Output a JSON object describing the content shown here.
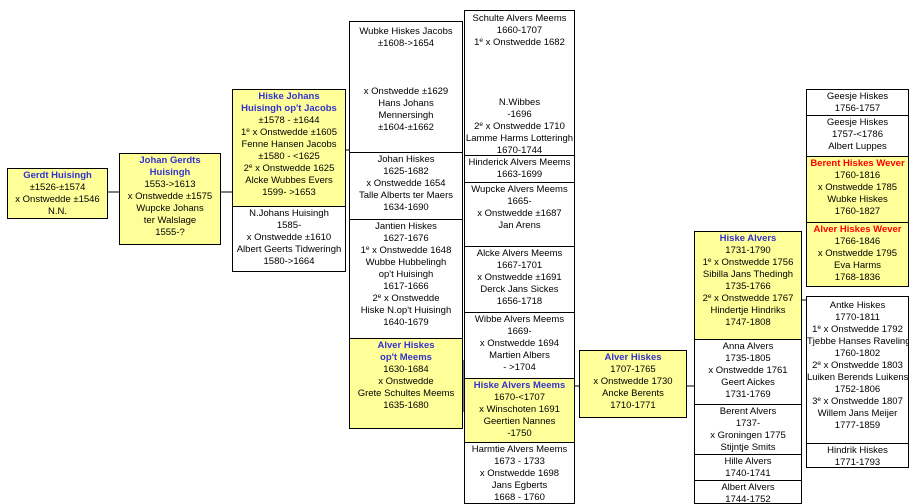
{
  "persons": [
    {
      "id": "p_gerdt",
      "lines": [
        {
          "t": "Gerdt Huisingh",
          "c": "blue"
        },
        {
          "t": "±1526-±1574"
        },
        {
          "t": "x Onstwedde ±1546"
        },
        {
          "t": "N.N."
        }
      ]
    },
    {
      "id": "p_johan",
      "lines": [
        {
          "t": "Johan Gerdts",
          "c": "blue"
        },
        {
          "t": "Huisingh",
          "c": "blue"
        },
        {
          "t": "1553->1613"
        },
        {
          "t": "x Onstwedde ±1575"
        },
        {
          "t": "Wupcke Johans"
        },
        {
          "t": "ter Walslage"
        },
        {
          "t": "1555-?"
        }
      ]
    },
    {
      "id": "p_hiske_johans",
      "lines": [
        {
          "t": "Hiske Johans",
          "c": "blue"
        },
        {
          "t": "Huisingh op't Jacobs",
          "c": "blue"
        },
        {
          "t": "±1578 - ±1644"
        },
        {
          "t": "x Onstwedde ±1605",
          "sup": "e",
          "pre": "1"
        },
        {
          "t": "Fenne Hansen Jacobs"
        },
        {
          "t": "±1580 - <1625"
        },
        {
          "t": "x Onstwedde 1625",
          "sup": "e",
          "pre": "2"
        },
        {
          "t": "Alcke Wubbes Evers"
        },
        {
          "t": "1599- >1653"
        }
      ]
    },
    {
      "id": "p_njohans",
      "lines": [
        {
          "t": "N.Johans Huisingh"
        },
        {
          "t": "1585-"
        },
        {
          "t": "x Onstwedde ±1610"
        },
        {
          "t": "Albert Geerts Tidweringh"
        },
        {
          "t": "1580->1664"
        }
      ]
    },
    {
      "id": "p_wubke",
      "lines": [
        {
          "t": "Wubke Hiskes Jacobs"
        },
        {
          "t": "±1608->1654"
        },
        {
          "t": ""
        },
        {
          "t": ""
        },
        {
          "t": ""
        },
        {
          "t": "x Onstwedde ±1629"
        },
        {
          "t": "Hans Johans"
        },
        {
          "t": "Mennersingh"
        },
        {
          "t": "±1604-±1662"
        }
      ]
    },
    {
      "id": "p_johan_hiskes",
      "lines": [
        {
          "t": "Johan Hiskes"
        },
        {
          "t": "1625-1682"
        },
        {
          "t": "x Onstwedde 1654"
        },
        {
          "t": "Talle Alberts ter Maers"
        },
        {
          "t": "1634-1690"
        }
      ]
    },
    {
      "id": "p_jantien",
      "lines": [
        {
          "t": "Jantien Hiskes"
        },
        {
          "t": "1627-1676"
        },
        {
          "t": "x Onstwedde 1648",
          "sup": "e",
          "pre": "1"
        },
        {
          "t": "Wubbe Hubbelingh"
        },
        {
          "t": "op't Huisingh"
        },
        {
          "t": "1617-1666"
        },
        {
          "t": "x Onstwedde",
          "sup": "e",
          "pre": "2"
        },
        {
          "t": "Hiske N.op't Huisingh"
        },
        {
          "t": "1640-1679"
        }
      ]
    },
    {
      "id": "p_alver_hiskes_1630",
      "lines": [
        {
          "t": "Alver Hiskes",
          "c": "blue"
        },
        {
          "t": "op't Meems",
          "c": "blue"
        },
        {
          "t": "1630-1684"
        },
        {
          "t": "x Onstwedde"
        },
        {
          "t": "Grete Schultes Meems"
        },
        {
          "t": "1635-1680"
        }
      ]
    },
    {
      "id": "p_schulte",
      "lines": [
        {
          "t": "Schulte Alvers Meems"
        },
        {
          "t": "1660-1707"
        },
        {
          "t": "x Onstwedde 1682",
          "sup": "e",
          "pre": "1"
        },
        {
          "t": ""
        },
        {
          "t": ""
        },
        {
          "t": ""
        },
        {
          "t": ""
        },
        {
          "t": "N.Wibbes"
        },
        {
          "t": "-1696"
        },
        {
          "t": "x Onstwedde 1710",
          "sup": "e",
          "pre": "2"
        },
        {
          "t": "Lamme Harms Lotteringh"
        },
        {
          "t": "1670-1744"
        }
      ]
    },
    {
      "id": "p_hinderick",
      "lines": [
        {
          "t": "Hinderick Alvers Meems"
        },
        {
          "t": "1663-1699"
        }
      ]
    },
    {
      "id": "p_wupcke_alvers",
      "lines": [
        {
          "t": "Wupcke Alvers Meems"
        },
        {
          "t": "1665-"
        },
        {
          "t": "x Onstwedde ±1687"
        },
        {
          "t": "Jan Arens"
        }
      ]
    },
    {
      "id": "p_alcke_alvers",
      "lines": [
        {
          "t": "Alcke Alvers Meems"
        },
        {
          "t": "1667-1701"
        },
        {
          "t": "x Onstwedde ±1691"
        },
        {
          "t": "Derck Jans Sickes"
        },
        {
          "t": "1656-1718"
        }
      ]
    },
    {
      "id": "p_wibbe",
      "lines": [
        {
          "t": "Wibbe Alvers Meems"
        },
        {
          "t": "1669-"
        },
        {
          "t": "x Onstwedde 1694"
        },
        {
          "t": "Martien Albers"
        },
        {
          "t": "- >1704"
        }
      ]
    },
    {
      "id": "p_hiske_alvers_meems",
      "lines": [
        {
          "t": "Hiske Alvers Meems",
          "c": "blue"
        },
        {
          "t": "1670-<1707"
        },
        {
          "t": "x Winschoten 1691"
        },
        {
          "t": "Geertien Nannes"
        },
        {
          "t": "-1750"
        }
      ]
    },
    {
      "id": "p_harmtie",
      "lines": [
        {
          "t": "Harmtie Alvers Meems"
        },
        {
          "t": "1673 - 1733"
        },
        {
          "t": "x Onstwedde 1698"
        },
        {
          "t": "Jans Egberts"
        },
        {
          "t": "1668 - 1760"
        }
      ]
    },
    {
      "id": "p_alver_hiskes_1707",
      "lines": [
        {
          "t": "Alver Hiskes",
          "c": "blue"
        },
        {
          "t": "1707-1765"
        },
        {
          "t": "x Onstwedde 1730"
        },
        {
          "t": "Ancke Berents"
        },
        {
          "t": "1710-1771"
        }
      ]
    },
    {
      "id": "p_hiske_alvers_1731",
      "lines": [
        {
          "t": "Hiske Alvers",
          "c": "blue"
        },
        {
          "t": "1731-1790"
        },
        {
          "t": "x Onstwedde 1756",
          "sup": "e",
          "pre": "1"
        },
        {
          "t": "Sibilla Jans Thedingh"
        },
        {
          "t": "1735-1766"
        },
        {
          "t": "x Onstwedde 1767",
          "sup": "e",
          "pre": "2"
        },
        {
          "t": "Hindertje Hindriks"
        },
        {
          "t": "1747-1808"
        }
      ]
    },
    {
      "id": "p_anna",
      "lines": [
        {
          "t": "Anna  Alvers"
        },
        {
          "t": "1735-1805"
        },
        {
          "t": "x Onstwedde 1761"
        },
        {
          "t": "Geert Aickes"
        },
        {
          "t": "1731-1769"
        }
      ]
    },
    {
      "id": "p_berent_alvers",
      "lines": [
        {
          "t": "Berent Alvers"
        },
        {
          "t": "1737-"
        },
        {
          "t": "x Groningen 1775"
        },
        {
          "t": "Stijntje Smits"
        }
      ]
    },
    {
      "id": "p_hille",
      "lines": [
        {
          "t": "Hille Alvers"
        },
        {
          "t": "1740-1741"
        }
      ]
    },
    {
      "id": "p_albert",
      "lines": [
        {
          "t": "Albert Alvers"
        },
        {
          "t": "1744-1752"
        }
      ]
    },
    {
      "id": "p_geesje1",
      "lines": [
        {
          "t": "Geesje Hiskes"
        },
        {
          "t": "1756-1757"
        }
      ]
    },
    {
      "id": "p_geesje2",
      "lines": [
        {
          "t": "Geesje Hiskes"
        },
        {
          "t": "1757-<1786"
        },
        {
          "t": "Albert Luppes"
        }
      ]
    },
    {
      "id": "p_berent_hiskes",
      "lines": [
        {
          "t": "Berent Hiskes Wever",
          "c": "red"
        },
        {
          "t": "1760-1816"
        },
        {
          "t": "x Onstwedde 1785"
        },
        {
          "t": "Wubke Hiskes"
        },
        {
          "t": "1760-1827"
        }
      ]
    },
    {
      "id": "p_alver_hiskes_wever",
      "lines": [
        {
          "t": "Alver Hiskes Wever",
          "c": "red"
        },
        {
          "t": "1766-1846"
        },
        {
          "t": "x Onstwedde 1795"
        },
        {
          "t": "Eva Harms"
        },
        {
          "t": "1768-1836"
        }
      ]
    },
    {
      "id": "p_antke",
      "lines": [
        {
          "t": "Antke Hiskes"
        },
        {
          "t": "1770-1811"
        },
        {
          "t": "x Onstwedde 1792",
          "sup": "e",
          "pre": "1"
        },
        {
          "t": "Tjebbe Hanses Raveling"
        },
        {
          "t": "1760-1802"
        },
        {
          "t": "x Onstwedde 1803",
          "sup": "e",
          "pre": "2"
        },
        {
          "t": "Luiken Berends Luikens"
        },
        {
          "t": "1752-1806"
        },
        {
          "t": "x Onstwedde 1807",
          "sup": "e",
          "pre": "3"
        },
        {
          "t": "Willem Jans Meijer"
        },
        {
          "t": "1777-1859"
        }
      ]
    },
    {
      "id": "p_hindrik",
      "lines": [
        {
          "t": "Hindrik Hiskes"
        },
        {
          "t": "1771-1793"
        }
      ]
    }
  ],
  "colors": {
    "highlight": "#ffff99",
    "name_blue": "#3333cc",
    "name_red": "#ff0000",
    "line": "#000000"
  }
}
